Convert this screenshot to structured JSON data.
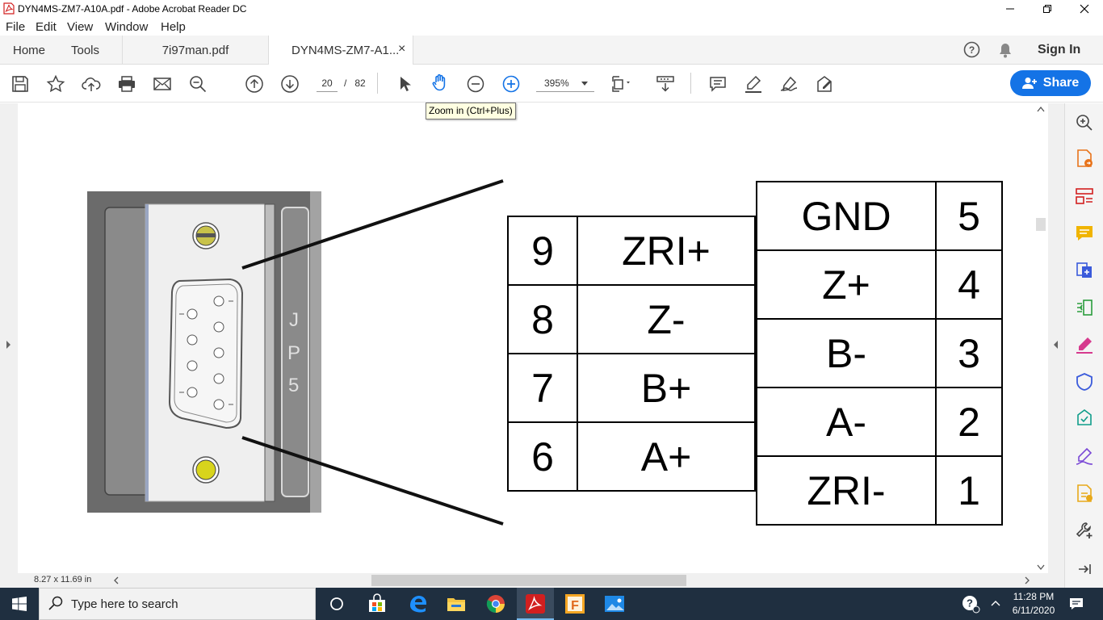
{
  "window": {
    "title": "DYN4MS-ZM7-A10A.pdf - Adobe Acrobat Reader DC"
  },
  "menu": [
    "File",
    "Edit",
    "View",
    "Window",
    "Help"
  ],
  "tabs": {
    "home": "Home",
    "tools": "Tools",
    "doc1": "7i97man.pdf",
    "doc2": "DYN4MS-ZM7-A1...",
    "close_glyph": "×"
  },
  "header": {
    "sign_in": "Sign In",
    "share": "Share"
  },
  "toolbar": {
    "current_page": "20",
    "page_sep": "/",
    "total_pages": "82",
    "zoom": "395%",
    "tooltip": "Zoom in (Ctrl+Plus)"
  },
  "document": {
    "jp_label": [
      "J",
      "P",
      "5"
    ],
    "left_pins": [
      {
        "num": "9",
        "signal": "ZRI+"
      },
      {
        "num": "8",
        "signal": "Z-"
      },
      {
        "num": "7",
        "signal": "B+"
      },
      {
        "num": "6",
        "signal": "A+"
      }
    ],
    "right_pins": [
      {
        "signal": "GND",
        "num": "5"
      },
      {
        "signal": "Z+",
        "num": "4"
      },
      {
        "signal": "B-",
        "num": "3"
      },
      {
        "signal": "A-",
        "num": "2"
      },
      {
        "signal": "ZRI-",
        "num": "1"
      }
    ]
  },
  "status": {
    "page_size": "8.27 x 11.69 in"
  },
  "taskbar": {
    "search_placeholder": "Type here to search",
    "time": "11:28 PM",
    "date": "6/11/2020"
  },
  "colors": {
    "accent": "#1473e6",
    "taskbar": "#1f2f40",
    "acrobat_red": "#d21f1f"
  }
}
